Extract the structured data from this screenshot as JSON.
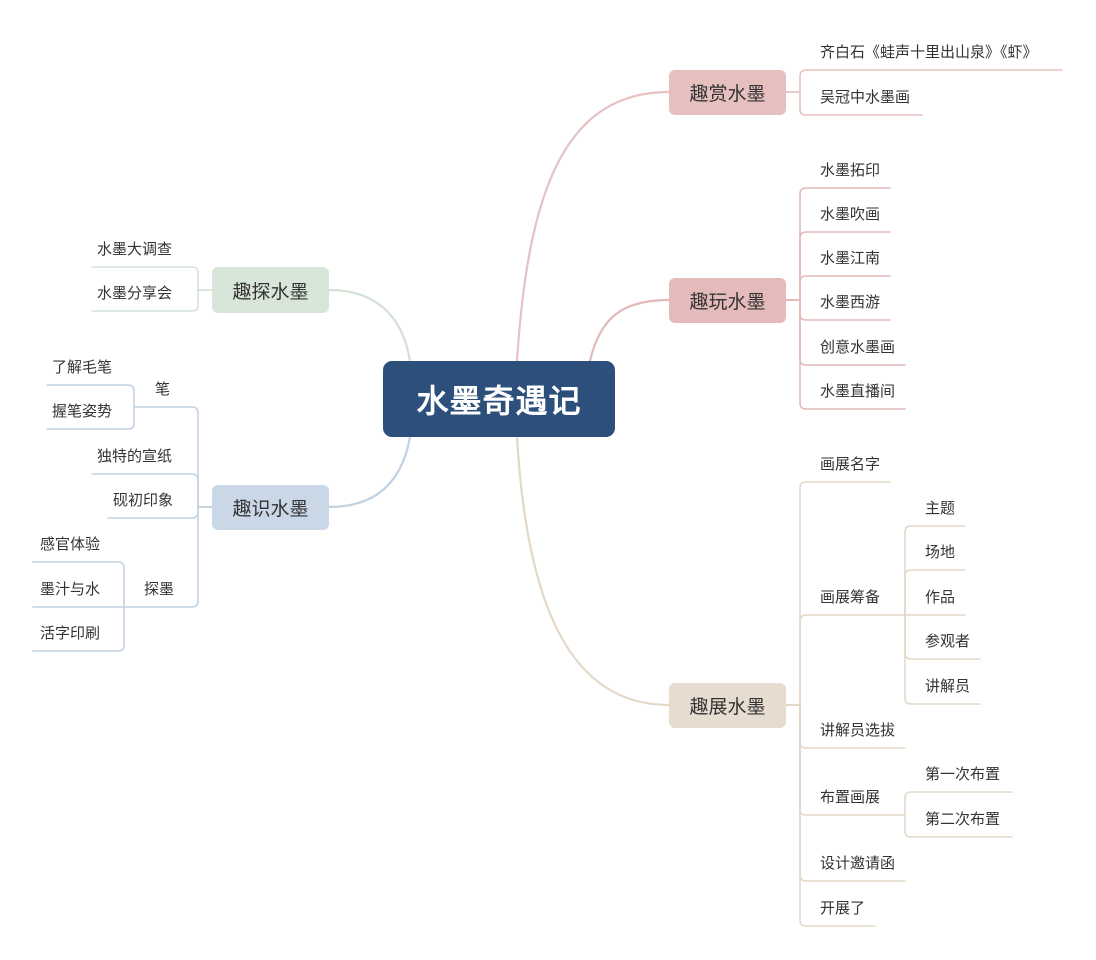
{
  "root": {
    "label": "水墨奇遇记"
  },
  "branches": {
    "shang": {
      "label": "趣赏水墨",
      "items": [
        {
          "label": "齐白石《蛙声十里出山泉》《虾》"
        },
        {
          "label": "吴冠中水墨画"
        }
      ]
    },
    "wan": {
      "label": "趣玩水墨",
      "items": [
        {
          "label": "水墨拓印"
        },
        {
          "label": "水墨吹画"
        },
        {
          "label": "水墨江南"
        },
        {
          "label": "水墨西游"
        },
        {
          "label": "创意水墨画"
        },
        {
          "label": "水墨直播间"
        }
      ]
    },
    "zhan": {
      "label": "趣展水墨",
      "items": [
        {
          "label": "画展名字"
        },
        {
          "label": "画展筹备",
          "children": [
            "主题",
            "场地",
            "作品",
            "参观者",
            "讲解员"
          ]
        },
        {
          "label": "讲解员选拔"
        },
        {
          "label": "布置画展",
          "children": [
            "第一次布置",
            "第二次布置"
          ]
        },
        {
          "label": "设计邀请函"
        },
        {
          "label": "开展了"
        }
      ]
    },
    "tan": {
      "label": "趣探水墨",
      "items": [
        {
          "label": "水墨大调查"
        },
        {
          "label": "水墨分享会"
        }
      ]
    },
    "shi": {
      "label": "趣识水墨",
      "items": [
        {
          "label": "笔",
          "children": [
            "了解毛笔",
            "握笔姿势"
          ]
        },
        {
          "label": "独特的宣纸"
        },
        {
          "label": "砚初印象"
        },
        {
          "label": "探墨",
          "children": [
            "感官体验",
            "墨汁与水",
            "活字印刷"
          ]
        }
      ]
    }
  },
  "colors": {
    "root_bg": "#2c4f7b",
    "root_text": "#ffffff",
    "text": "#333333",
    "shang_bg": "#e6bfbf",
    "wan_bg": "#e4baba",
    "zhan_bg": "#e6dccf",
    "tan_bg": "#d8e5d9",
    "shi_bg": "#c9d7e6",
    "shang_line": "#e6c2c2",
    "wan_line": "#e3b9b9",
    "zhan_line": "#e4d8c8",
    "tan_line": "#d4e2d5",
    "shi_line": "#c3d2e3"
  }
}
